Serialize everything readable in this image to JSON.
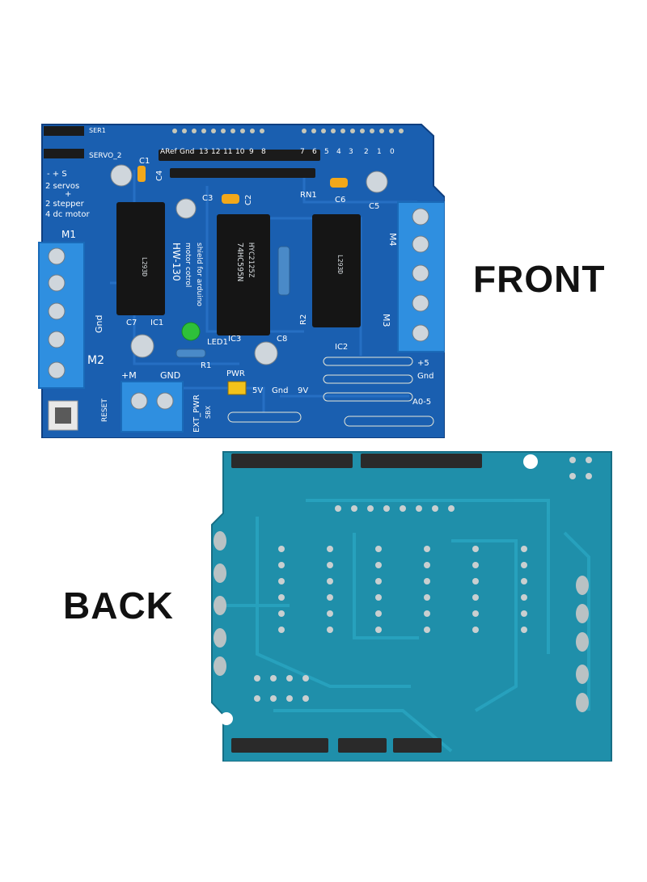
{
  "labels": {
    "front": "FRONT",
    "back": "BACK"
  },
  "front_board": {
    "pin_header_labels": [
      "ARef",
      "Gnd",
      "13",
      "12",
      "11",
      "10",
      "9",
      "8",
      "7",
      "6",
      "5",
      "4",
      "3",
      "2",
      "1",
      "0"
    ],
    "servo_labels": {
      "ser1": "SER1",
      "servo2": "SERVO_2",
      "polarity": "- + S"
    },
    "capability_text": [
      "2 servos",
      "+",
      "2 stepper",
      "4 dc motor"
    ],
    "motor_labels": {
      "m1": "M1",
      "m2": "M2",
      "m3": "M3",
      "m4": "M4"
    },
    "chip_labels": {
      "ic1": "IC1",
      "ic2": "IC2",
      "ic3": "IC3",
      "chip_shift": "74HC595N",
      "chip_shift_code": "HYC2125Z",
      "chip_driver": "L293D"
    },
    "board_text": {
      "model": "HW-130",
      "line1": "motor cotrol",
      "line2": "shield for arduino"
    },
    "component_labels": {
      "c1": "C1",
      "c2": "C2",
      "c3": "C3",
      "c4": "C4",
      "c5": "C5",
      "c6": "C6",
      "c7": "C7",
      "c8": "C8",
      "r1": "R1",
      "r2": "R2",
      "rn1": "RN1",
      "led1": "LED1"
    },
    "power_labels": {
      "plus_m": "+M",
      "gnd": "GND",
      "ext_pwr": "EXT_PWR",
      "sbx": "SBX",
      "pwr": "PWR",
      "fivev": "5V",
      "gnd2": "Gnd",
      "ninev": "9V",
      "reset": "RESET",
      "gnd_side": "Gnd",
      "plus5": "+5",
      "gnd_right": "Gnd",
      "analog": "A0-5"
    }
  },
  "colors": {
    "front_pcb": "#1a5fb0",
    "back_pcb": "#1f8faa",
    "terminal": "#2f8fe0",
    "capacitor": "#f2a81a",
    "led": "#2ec03a"
  }
}
